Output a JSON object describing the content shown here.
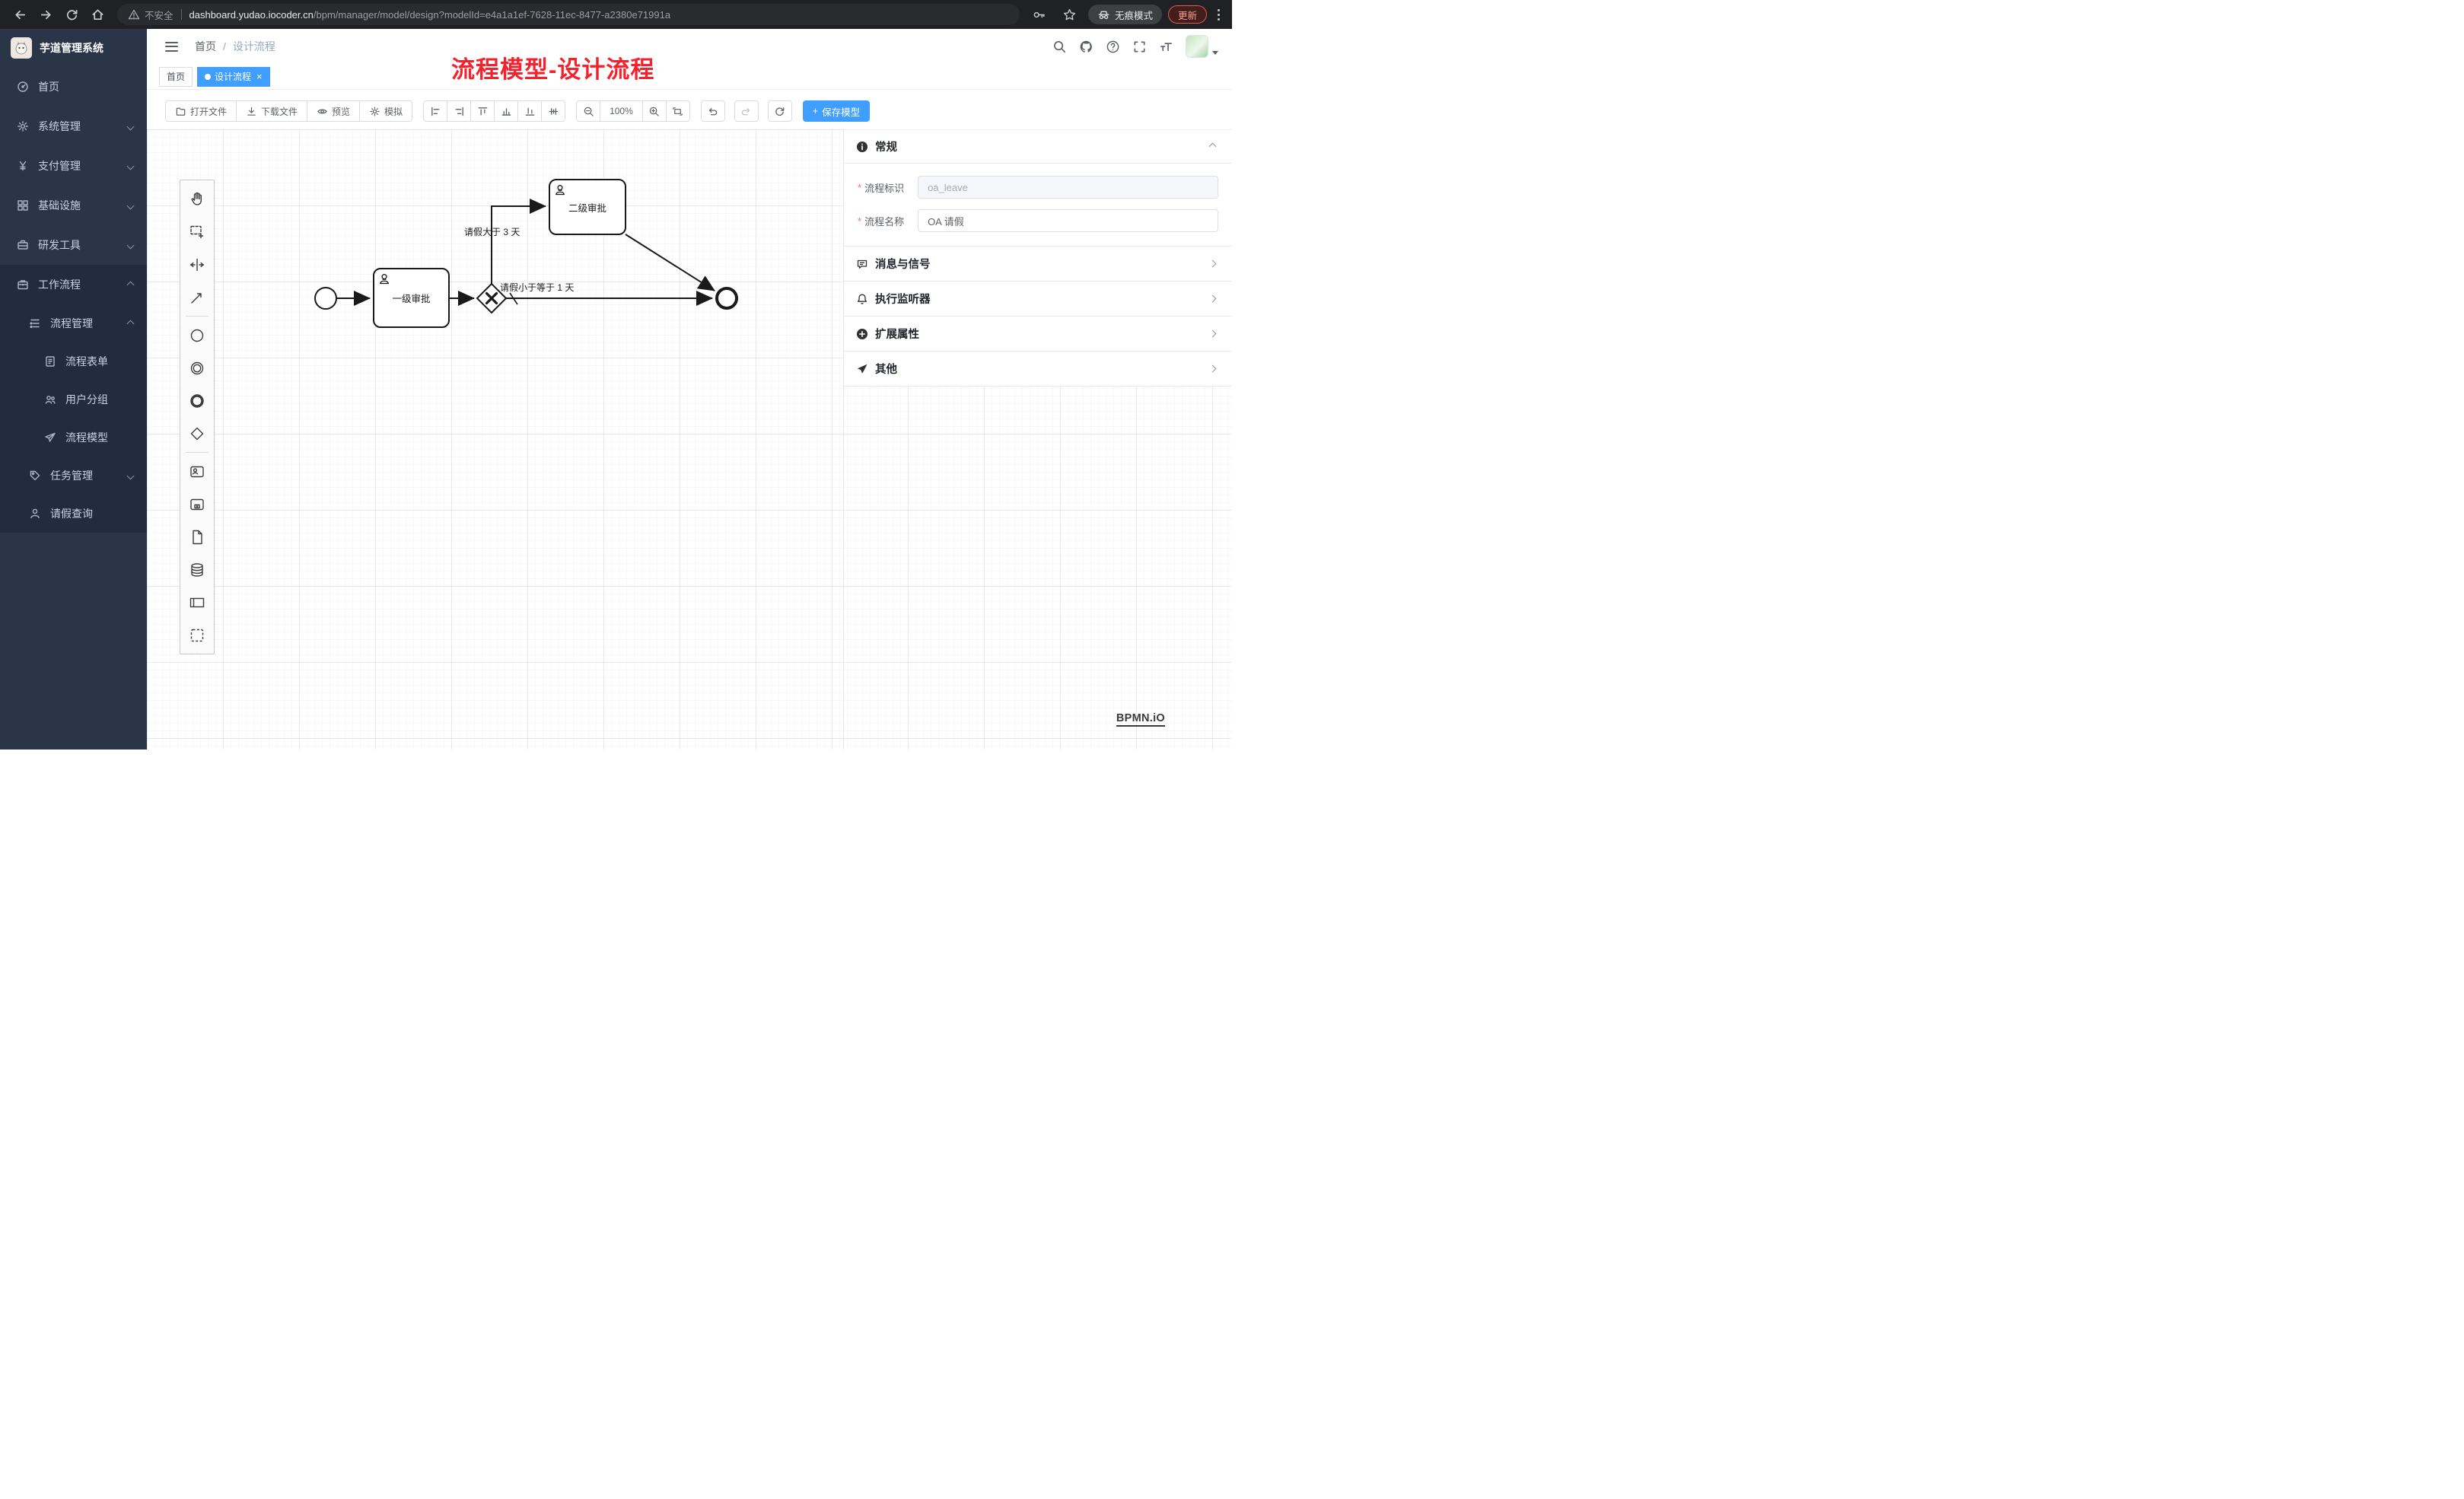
{
  "colors": {
    "accent": "#409eff",
    "annotation_red": "#f5222d",
    "sidebar_bg": "#2a3648"
  },
  "icons": {
    "chevrons": "css-border-rotated",
    "toolbar_and_palette": "inline-svg-shapes",
    "payment": "yen-glyph-svg"
  },
  "browser": {
    "security_label": "不安全",
    "url": {
      "host": "dashboard.yudao.iocoder.cn",
      "path": "/bpm/manager/model/design?modelId=e4a1a1ef-7628-11ec-8477-a2380e71991a"
    },
    "incognito_label": "无痕模式",
    "update_label": "更新"
  },
  "sidebar": {
    "app_title": "芋道管理系统",
    "items": [
      {
        "label": "首页"
      },
      {
        "label": "系统管理"
      },
      {
        "label": "支付管理"
      },
      {
        "label": "基础设施"
      },
      {
        "label": "研发工具"
      },
      {
        "label": "工作流程"
      }
    ],
    "workflow_submenu": {
      "process_mgmt": {
        "label": "流程管理"
      },
      "process_items": [
        {
          "label": "流程表单"
        },
        {
          "label": "用户分组"
        },
        {
          "label": "流程模型"
        }
      ],
      "task_mgmt": {
        "label": "任务管理"
      },
      "leave_query": {
        "label": "请假查询"
      }
    }
  },
  "header": {
    "breadcrumb": {
      "home": "首页",
      "separator": "/",
      "current": "设计流程"
    }
  },
  "annotation": {
    "text": "流程模型-设计流程"
  },
  "tags_view": {
    "close_glyph": "×",
    "tabs": [
      {
        "label": "首页",
        "active": false
      },
      {
        "label": "设计流程",
        "active": true
      }
    ]
  },
  "toolbar": {
    "open_file": "打开文件",
    "download_file": "下载文件",
    "preview": "预览",
    "simulate": "模拟",
    "zoom_level": "100%",
    "save_plus": "+",
    "save_model": "保存模型"
  },
  "diagram": {
    "nodes": [
      {
        "id": "start",
        "type": "start-event",
        "label": ""
      },
      {
        "id": "task1",
        "type": "user-task",
        "label": "一级审批"
      },
      {
        "id": "gateway",
        "type": "exclusive-gateway",
        "label": ""
      },
      {
        "id": "task2",
        "type": "user-task",
        "label": "二级审批"
      },
      {
        "id": "end",
        "type": "end-event",
        "label": ""
      }
    ],
    "edge_labels": {
      "to_task2": "请假大于 3 天",
      "to_end": "请假小于等于 1 天"
    }
  },
  "properties_panel": {
    "required_marker": "*",
    "general": {
      "title": "常规"
    },
    "fields": [
      {
        "label": "流程标识",
        "value": "oa_leave",
        "required": true,
        "disabled": true
      },
      {
        "label": "流程名称",
        "value": "OA 请假",
        "required": true,
        "disabled": false
      }
    ],
    "sections": [
      {
        "label": "消息与信号"
      },
      {
        "label": "执行监听器"
      },
      {
        "label": "扩展属性"
      },
      {
        "label": "其他"
      }
    ],
    "watermark": "BPMN.iO"
  }
}
